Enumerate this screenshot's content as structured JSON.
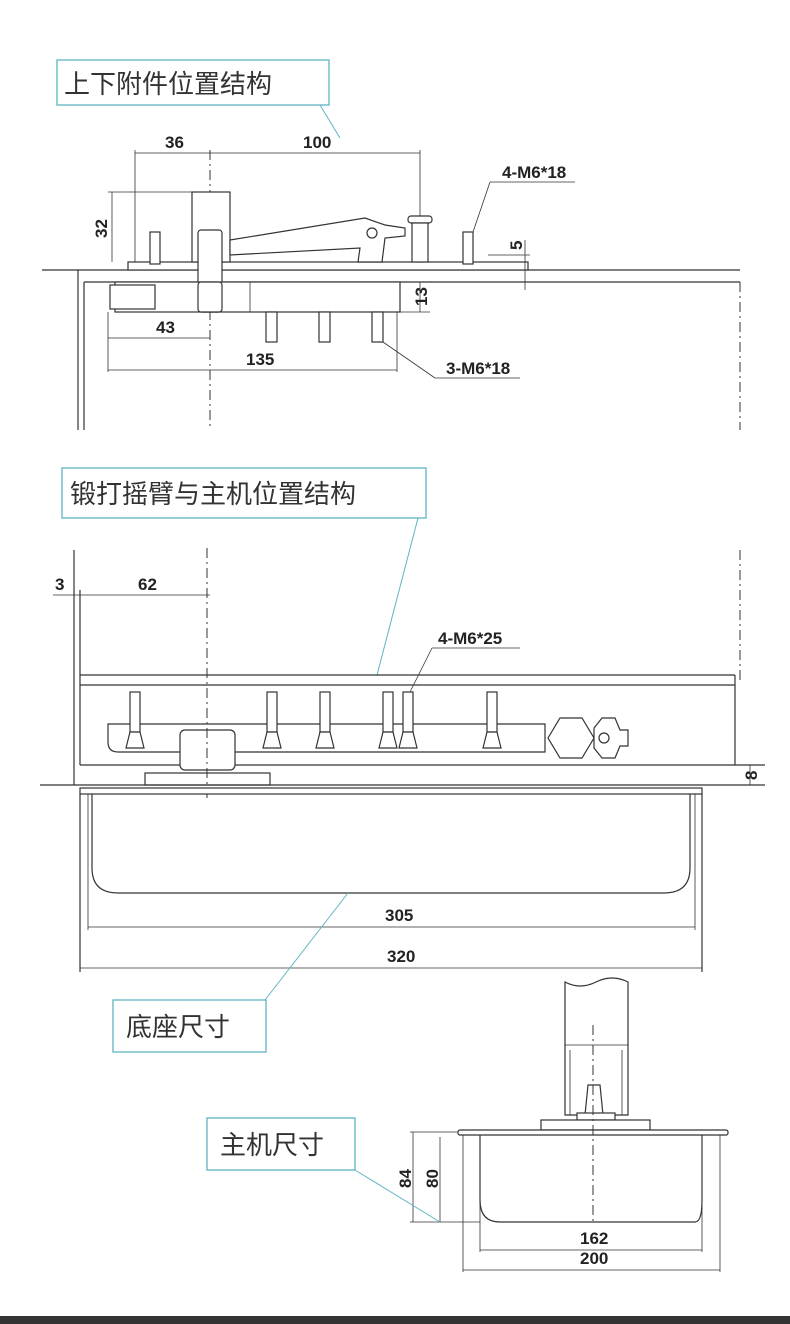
{
  "sections": {
    "accessory": {
      "title": "上下附件位置结构",
      "dims": {
        "d36": "36",
        "d100": "100",
        "d32": "32",
        "d5": "5",
        "d13": "13",
        "d43": "43",
        "d135": "135"
      },
      "bolts_top": "4-M6*18",
      "bolts_bottom": "3-M6*18"
    },
    "arm": {
      "title": "锻打摇臂与主机位置结构",
      "dims": {
        "d3": "3",
        "d62": "62",
        "d8": "8"
      },
      "bolts": "4-M6*25"
    },
    "base": {
      "title": "底座尺寸",
      "dims": {
        "d305": "305",
        "d320": "320"
      }
    },
    "main_unit": {
      "title": "主机尺寸",
      "dims": {
        "d84": "84",
        "d80": "80",
        "d162": "162",
        "d200": "200"
      }
    }
  },
  "colors": {
    "label_border": "#5fb4c4",
    "line": "#333333"
  }
}
